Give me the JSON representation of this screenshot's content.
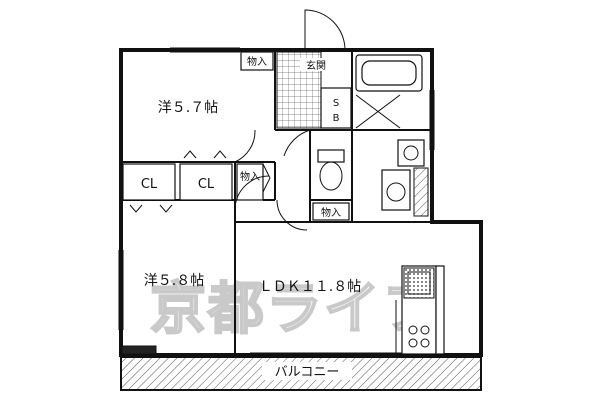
{
  "rooms": {
    "western_1": "洋５.７帖",
    "western_2": "洋５.８帖",
    "ldk": "ＬＤＫ１１.８帖"
  },
  "labels": {
    "entrance": "玄関",
    "storage_top": "物入",
    "storage_mid": "物入",
    "storage_bottom": "物入",
    "closet_left": "CL",
    "closet_right": "CL",
    "shoe_box_top": "S",
    "shoe_box_bottom": "B",
    "balcony": "バルコニー"
  },
  "watermark": "京都ライフ"
}
